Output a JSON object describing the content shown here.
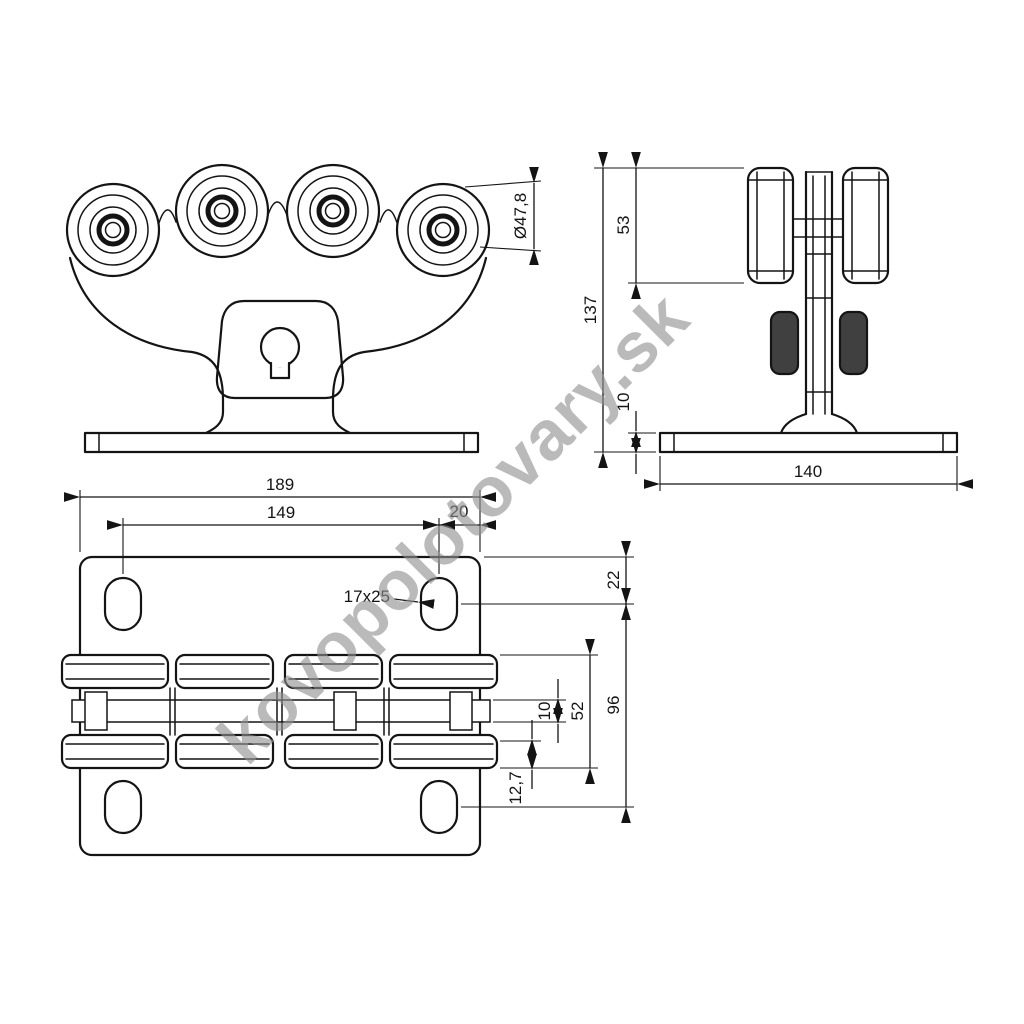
{
  "watermark": {
    "text": "kovopolotovary.sk"
  },
  "front": {
    "dim_roller_diameter": "Ø47,8"
  },
  "side": {
    "dim_roller_height": "53",
    "dim_total_height": "137",
    "dim_plate_thickness": "10",
    "dim_base_length": "140"
  },
  "plan": {
    "dim_overall_length": "189",
    "dim_hole_pitch": "149",
    "dim_edge_offset": "20",
    "dim_slot_size": "17x25",
    "dim_top_edge": "22",
    "dim_hole_pitch_vertical": "96",
    "dim_roller_block": "52",
    "dim_web": "10",
    "dim_roller_width": "12,7"
  }
}
